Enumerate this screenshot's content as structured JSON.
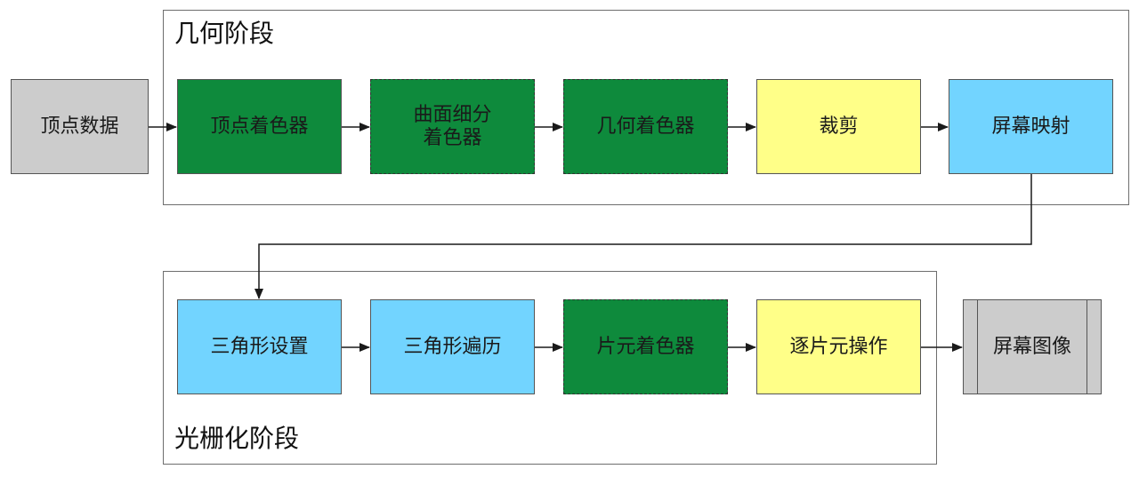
{
  "colors": {
    "dark_green": "#0e8a3c",
    "yellow": "#ffff88",
    "light_blue": "#72d4ff",
    "gray": "#cccccc",
    "frame": "#6e6e6e",
    "arrow": "#1a1a1a"
  },
  "groups": {
    "geometry": {
      "title": "几何阶段"
    },
    "raster": {
      "title": "光栅化阶段"
    }
  },
  "nodes": {
    "vertex_data": {
      "label": "顶点数据"
    },
    "vertex_shader": {
      "label": "顶点着色器"
    },
    "tessellation_shader": {
      "label": "曲面细分\n着色器"
    },
    "geometry_shader": {
      "label": "几何着色器"
    },
    "clipping": {
      "label": "裁剪"
    },
    "screen_mapping": {
      "label": "屏幕映射"
    },
    "triangle_setup": {
      "label": "三角形设置"
    },
    "triangle_traversal": {
      "label": "三角形遍历"
    },
    "fragment_shader": {
      "label": "片元着色器"
    },
    "per_fragment_ops": {
      "label": "逐片元操作"
    },
    "screen_image": {
      "label": "屏幕图像"
    }
  }
}
